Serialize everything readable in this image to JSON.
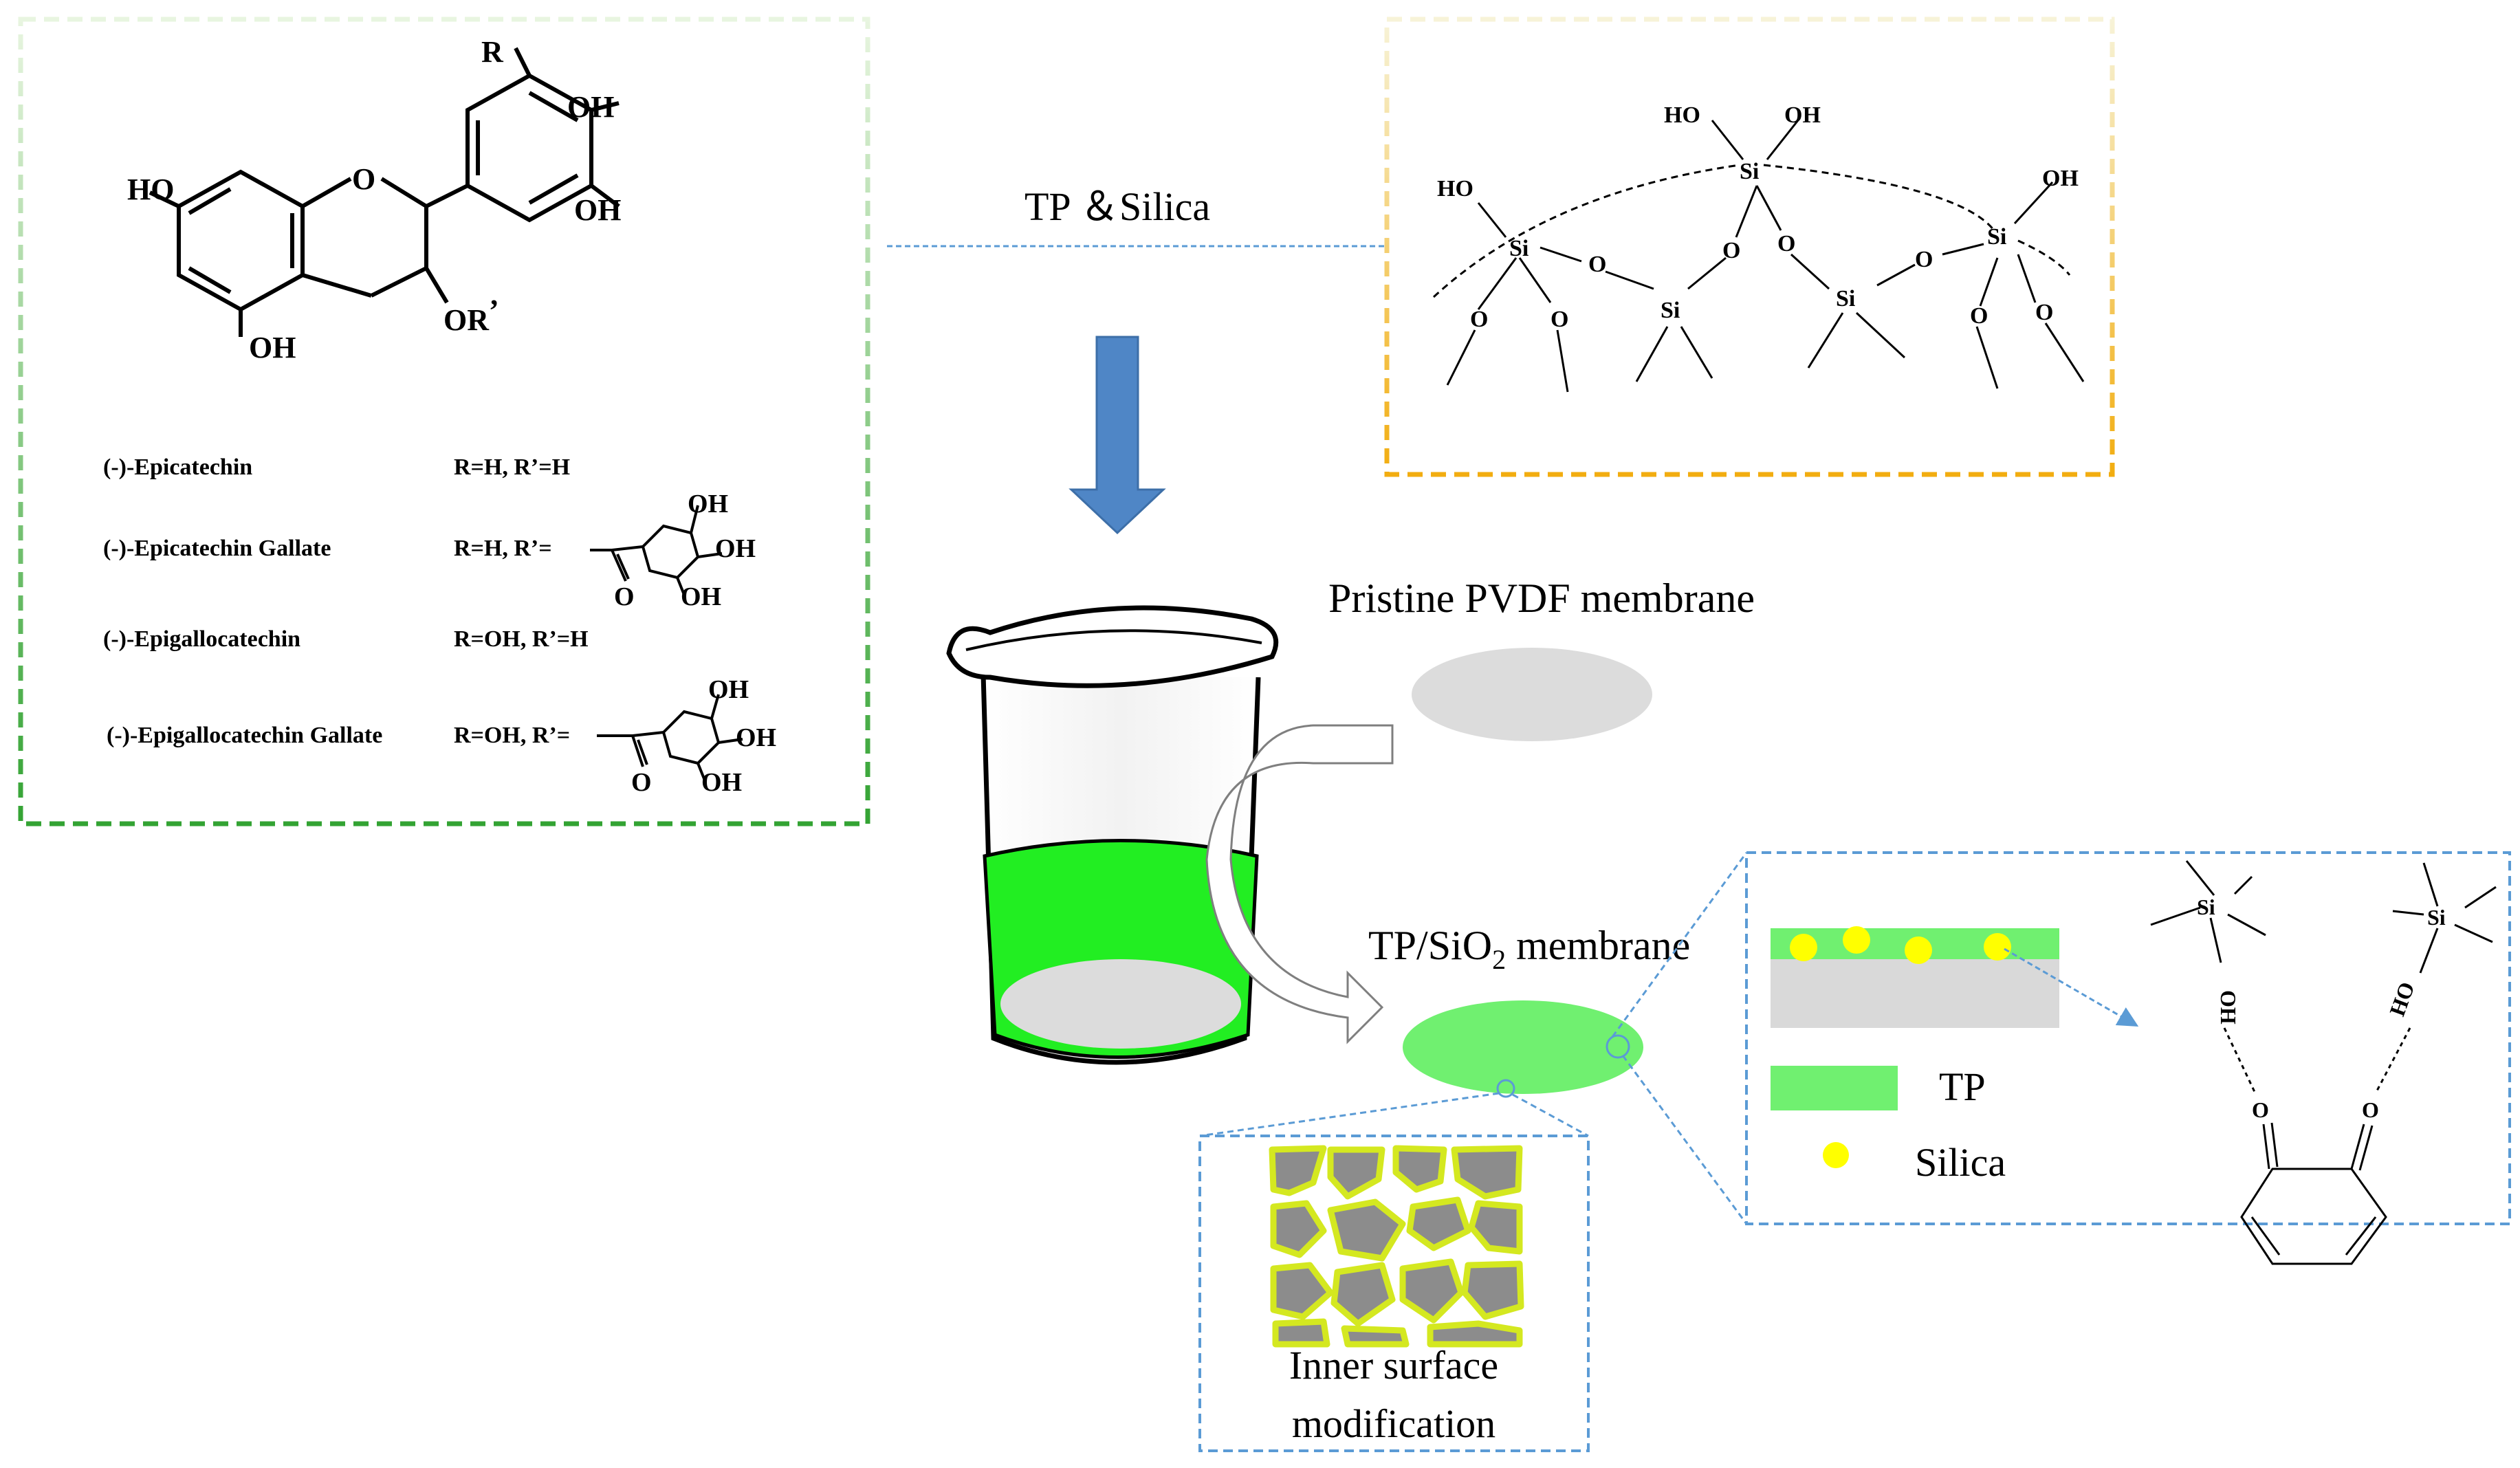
{
  "flow": {
    "arrow_label": "TP ＆Silica",
    "pristine_label": "Pristine PVDF membrane",
    "modified_label_main": "TP/SiO",
    "modified_label_sub": "2",
    "modified_label_tail": " membrane",
    "inner_line1": "Inner surface",
    "inner_line2": "modification"
  },
  "catechin": {
    "R": "R",
    "OH": "OH",
    "HO": "HO",
    "OR": "OR",
    "prime": "ʼ",
    "O": "O",
    "compounds": [
      {
        "name": "(-)-Epicatechin",
        "subst": "R=H, R’=H"
      },
      {
        "name": "(-)-Epicatechin Gallate",
        "subst": "R=H, R’="
      },
      {
        "name": "(-)-Epigallocatechin",
        "subst": "R=OH, R’=H"
      },
      {
        "name": "(-)-Epigallocatechin Gallate",
        "subst": "R=OH, R’="
      }
    ]
  },
  "silica_network": {
    "Si": "Si",
    "O": "O",
    "HO": "HO",
    "OH": "OH"
  },
  "legend": {
    "tp_label": "TP",
    "silica_label": "Silica"
  },
  "interaction": {
    "Si": "Si",
    "OH": "OH",
    "HO": "HO",
    "O": "O"
  },
  "colors": {
    "green_box": "#3aa63a",
    "orange_box": "#f5b21a",
    "blue_dash": "#5b9bd5",
    "arrow_blue": "#4f86c6",
    "tp_green": "#6ef06e",
    "liquid_green": "#22ee22",
    "silica_yellow": "#ffff00",
    "membrane_gray": "#dcdcdc"
  }
}
